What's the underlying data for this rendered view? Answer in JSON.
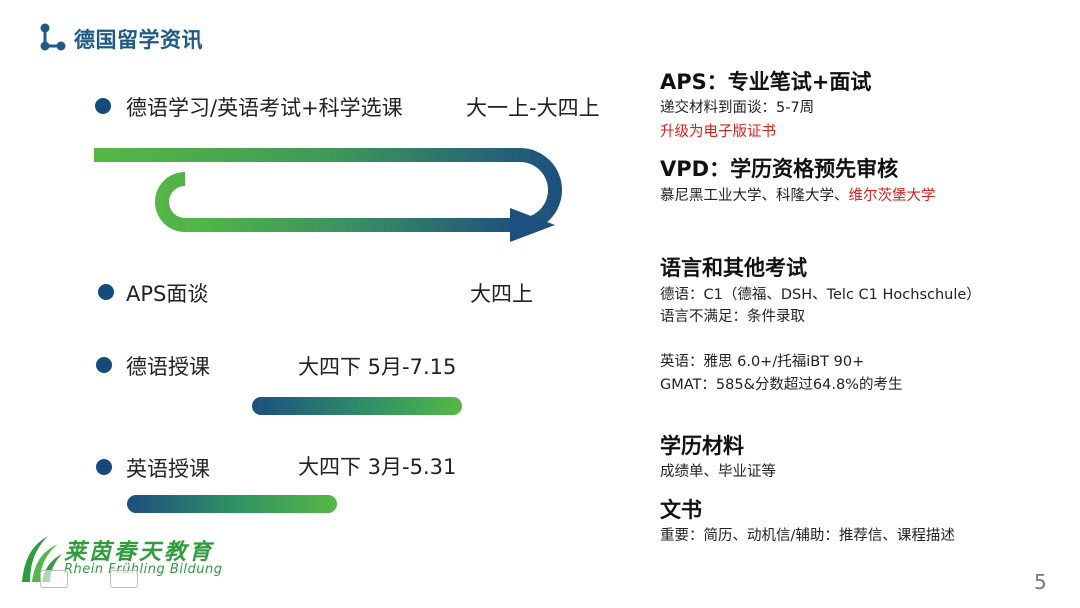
{
  "header": {
    "title": "德国留学资讯",
    "icon": "network-nodes-icon"
  },
  "timeline": [
    {
      "label": "德语学习/英语考试+科学选课",
      "time": "大一上-大四上"
    },
    {
      "label": "APS面谈",
      "time": "大四上"
    },
    {
      "label": "德语授课",
      "time": "大四下 5月-7.15"
    },
    {
      "label": "英语授课",
      "time": "大四下 3月-5.31"
    }
  ],
  "right": {
    "aps": {
      "title": "APS：专业笔试+面试",
      "line1": "递交材料到面谈：5-7周",
      "line2": "升级为电子版证书"
    },
    "vpd": {
      "title": "VPD：学历资格预先审核",
      "line1_a": "慕尼黑工业大学、科隆大学、",
      "line1_b": "维尔茨堡大学"
    },
    "lang": {
      "title": "语言和其他考试",
      "line1": "德语：C1（德福、DSH、Telc C1 Hochschule）",
      "line2": "语言不满足：条件录取",
      "line3": "英语：雅思 6.0+/托福iBT 90+",
      "line4": "GMAT：585&分数超过64.8%的考生"
    },
    "edu": {
      "title": "学历材料",
      "line1": "成绩单、毕业证等"
    },
    "docs": {
      "title": "文书",
      "line1": "重要：简历、动机信/辅助：推荐信、课程描述"
    }
  },
  "logo": {
    "cn": "莱茵春天教育",
    "en": "Rhein Frühling Bildung",
    "icon": "grass-leaf-icon"
  },
  "page": {
    "number": "5"
  },
  "colors": {
    "accent_blue": "#154b7a",
    "accent_green": "#55b845",
    "highlight_red": "#e0201b"
  }
}
